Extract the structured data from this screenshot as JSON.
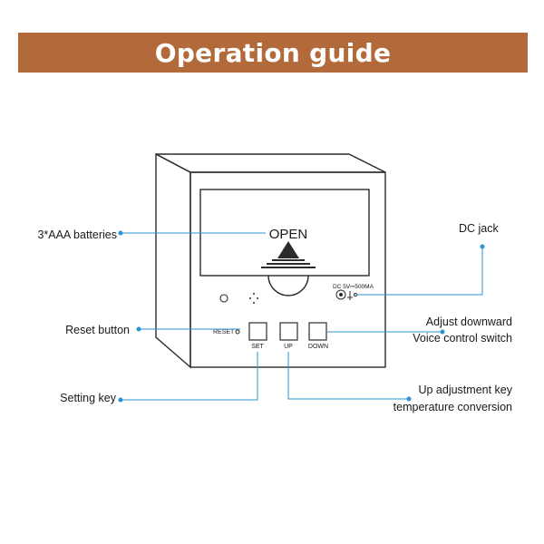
{
  "header": {
    "title": "Operation guide"
  },
  "device": {
    "open_text": "OPEN",
    "power_text": "DC 5V⎓500MA",
    "reset_text": "RESET",
    "buttons": [
      {
        "label": "SET"
      },
      {
        "label": "UP"
      },
      {
        "label": "DOWN"
      }
    ]
  },
  "callouts": {
    "batteries": "3*AAA batteries",
    "reset": "Reset button",
    "setting": "Setting key",
    "dc_jack": "DC jack",
    "adjust_down_line1": "Adjust downward",
    "adjust_down_line2": "Voice control switch",
    "up_line1": "Up adjustment key",
    "up_line2": "temperature conversion"
  },
  "colors": {
    "banner": "#b36a3a",
    "callout_line": "#2a95d0"
  }
}
